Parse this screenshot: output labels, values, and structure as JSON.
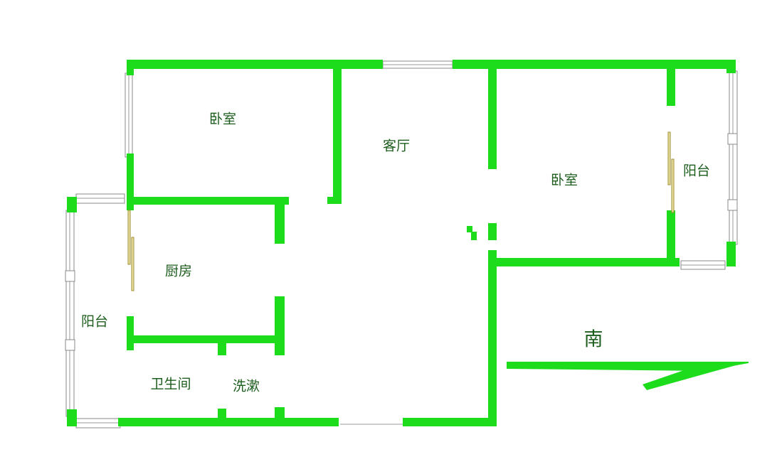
{
  "colors": {
    "wall": "#1cdc1c",
    "window": "#8a8a8a",
    "door": "#ece3a6"
  },
  "rooms": {
    "bedroom_left": "卧室",
    "living_room": "客厅",
    "bedroom_right": "卧室",
    "balcony_right": "阳台",
    "kitchen": "厨房",
    "balcony_left": "阳台",
    "bathroom": "卫生间",
    "washroom": "洗漱"
  },
  "compass": {
    "direction": "南",
    "icon": "south-arrow-icon"
  }
}
